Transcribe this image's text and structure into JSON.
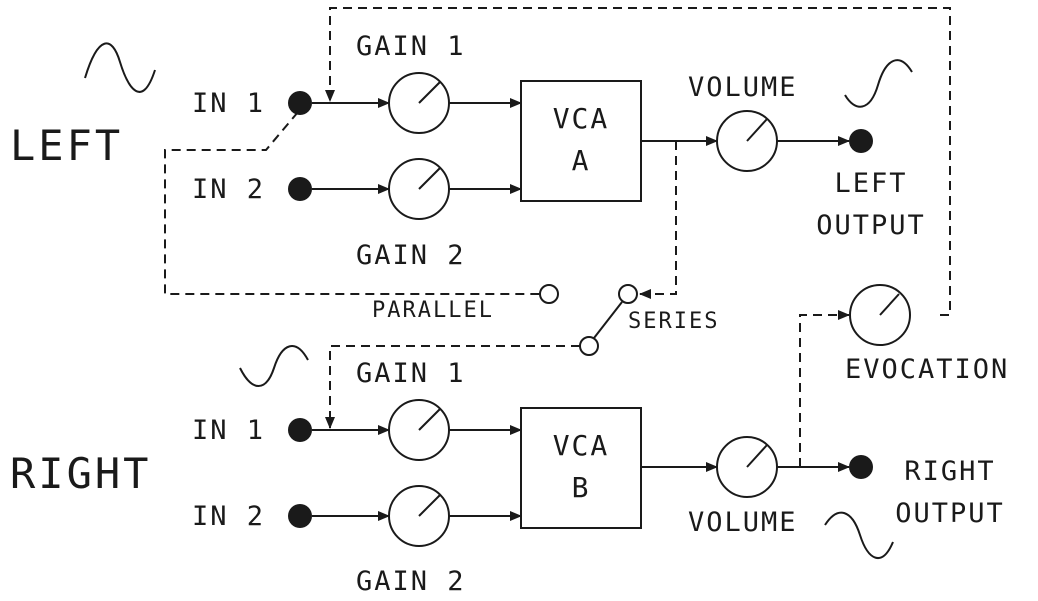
{
  "left": {
    "side_label": "LEFT",
    "in1": "IN 1",
    "in2": "IN 2",
    "gain1": "GAIN 1",
    "gain2": "GAIN 2",
    "vca_line1": "VCA",
    "vca_line2": "A",
    "volume": "VOLUME",
    "output_line1": "LEFT",
    "output_line2": "OUTPUT"
  },
  "right": {
    "side_label": "RIGHT",
    "in1": "IN 1",
    "in2": "IN 2",
    "gain1": "GAIN 1",
    "gain2": "GAIN 2",
    "vca_line1": "VCA",
    "vca_line2": "B",
    "volume": "VOLUME",
    "output_line1": "RIGHT",
    "output_line2": "OUTPUT"
  },
  "switch": {
    "parallel": "PARALLEL",
    "series": "SERIES"
  },
  "evocation": "EVOCATION"
}
